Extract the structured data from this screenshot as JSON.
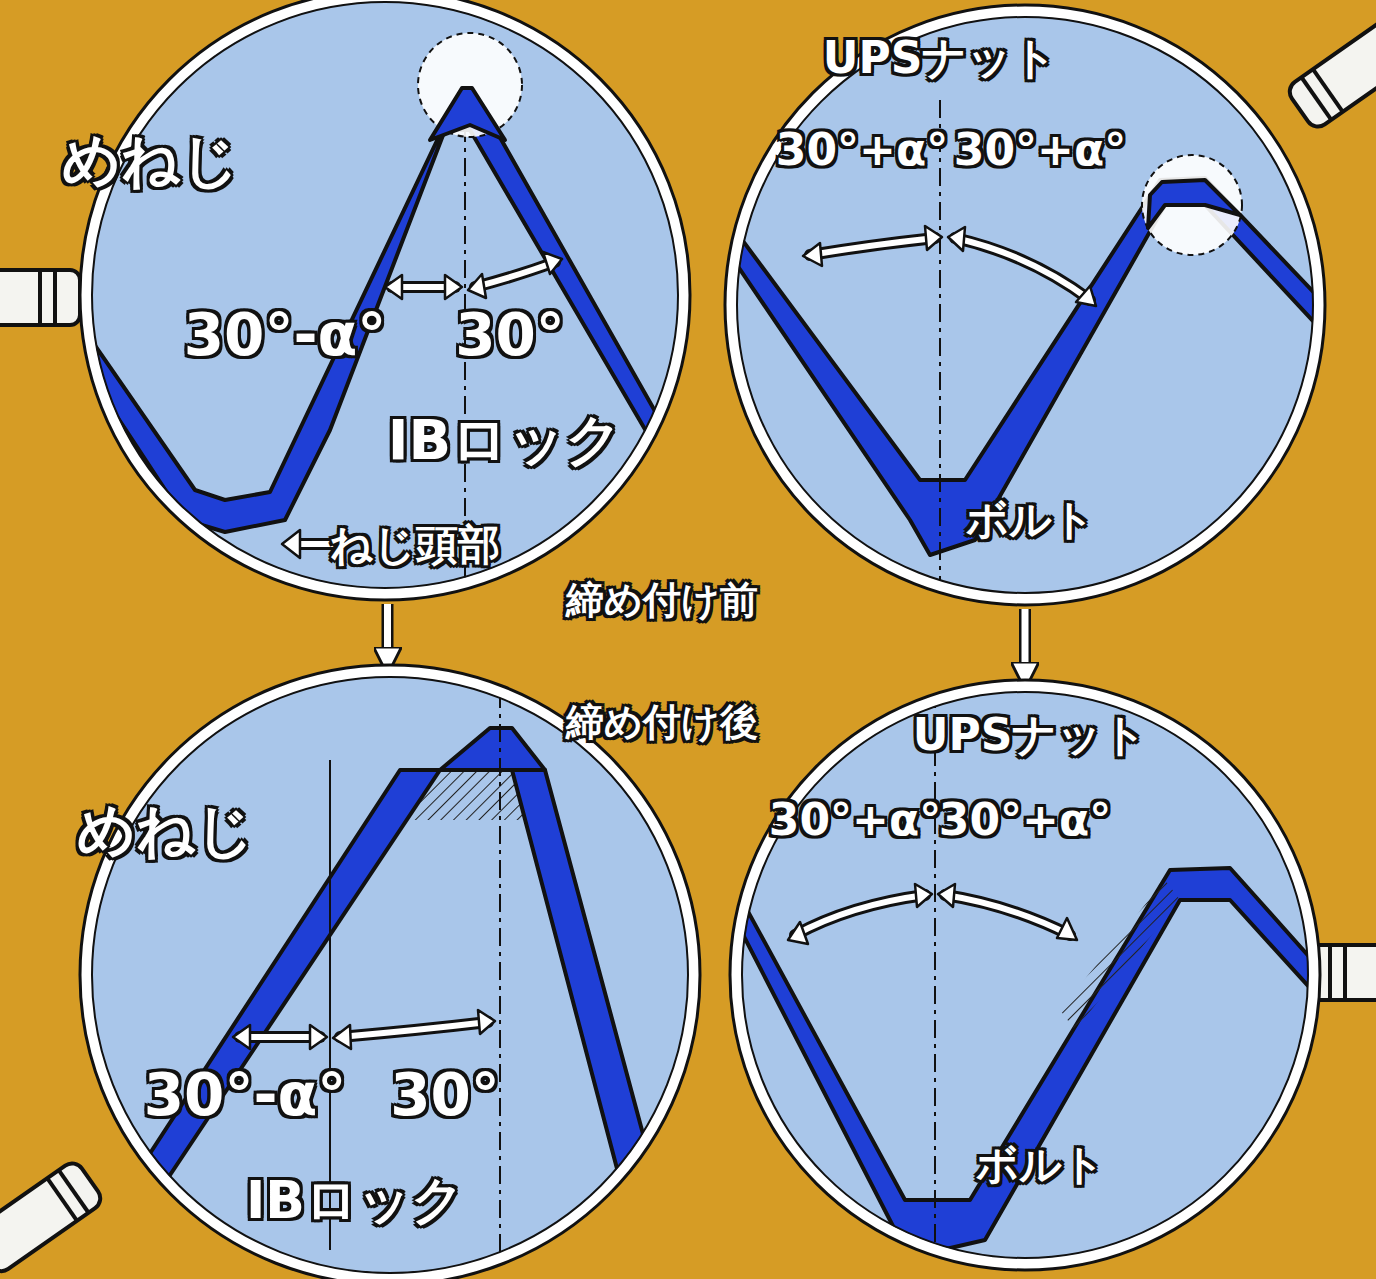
{
  "diagram": {
    "nodes": [
      {
        "text": [
          "めねじ",
          "30°-α°",
          "30°",
          "IBロック",
          "ねじ頭部"
        ]
      },
      {
        "text": [
          "UPSナット",
          "30°+α°",
          "30°+α°",
          "ボルト"
        ]
      },
      {
        "text": [
          "めねじ",
          "30°-α°",
          "30°",
          "IBロック"
        ]
      },
      {
        "text": [
          "UPSナット",
          "30°+α°",
          "30°+α°",
          "ボルト"
        ]
      }
    ],
    "edges": [
      {
        "from": 0,
        "to": 2,
        "arrow": "to"
      },
      {
        "from": 1,
        "to": 3,
        "arrow": "to"
      }
    ],
    "labels": [
      "締め付け前",
      "締め付け後"
    ]
  }
}
